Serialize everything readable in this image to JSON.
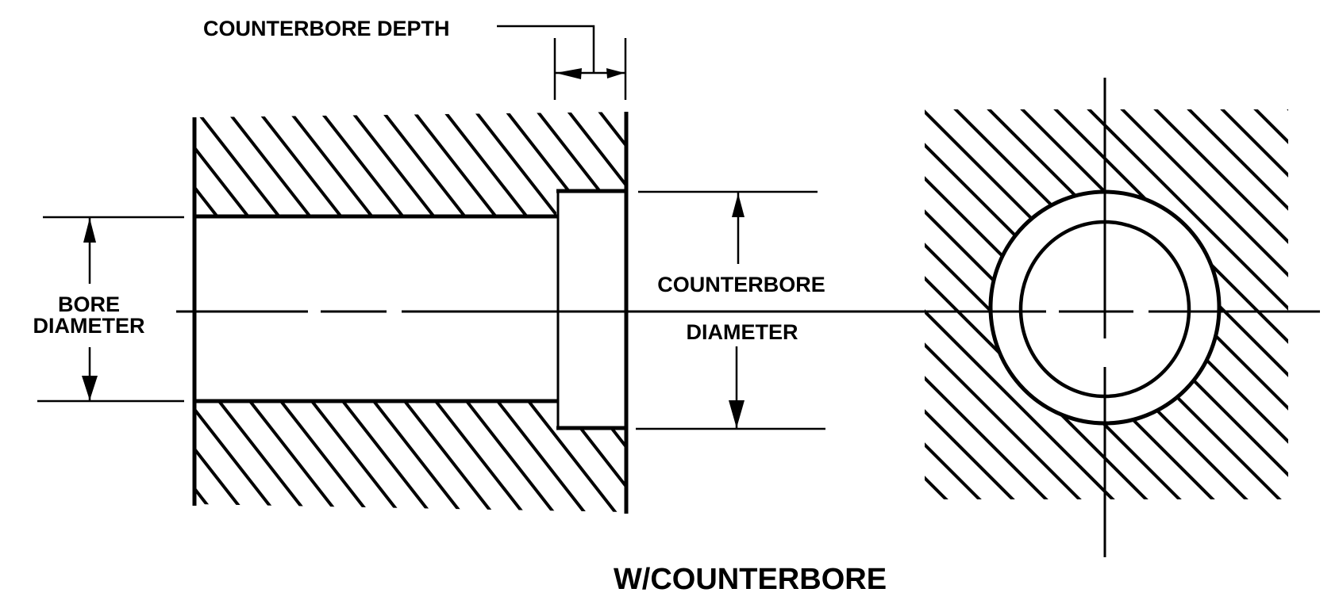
{
  "title": "W/COUNTERBORE",
  "labels": {
    "counterbore_depth": "COUNTERBORE DEPTH",
    "bore_line1": "BORE",
    "bore_line2": "DIAMETER",
    "counterbore_diameter_line1": "COUNTERBORE",
    "counterbore_diameter_line2": "DIAMETER"
  },
  "views": {
    "section_view": {
      "description": "Longitudinal cross-section of a bored hole with counterbore",
      "features": [
        "bore",
        "counterbore",
        "centerline",
        "section-hatching"
      ]
    },
    "end_view": {
      "description": "End view showing concentric bore and counterbore circles",
      "features": [
        "outer-circle-counterbore",
        "inner-circle-bore",
        "crosshair-centerlines",
        "section-hatching"
      ]
    }
  },
  "colors": {
    "line": "#000000",
    "background": "#ffffff"
  }
}
